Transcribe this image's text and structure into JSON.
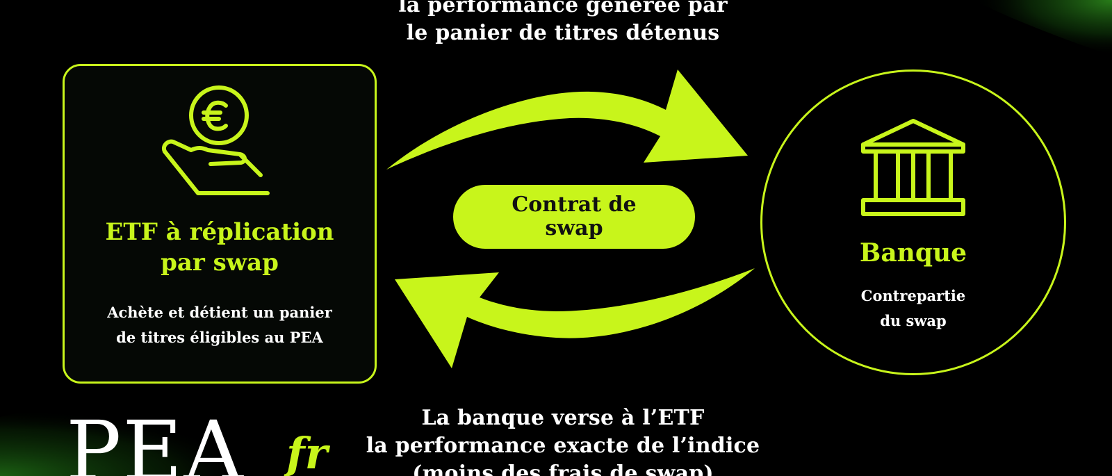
{
  "colors": {
    "accent": "#c8f51b",
    "background": "#000000",
    "text": "#ffffff"
  },
  "caption_top": {
    "line1": "la performance générée par",
    "line2": "le panier de titres détenus"
  },
  "etf": {
    "icon": "euro-coin-hand-icon",
    "title_line1": "ETF à réplication",
    "title_line2": "par swap",
    "desc_line1": "Achète et détient un panier",
    "desc_line2": "de titres éligibles au PEA"
  },
  "contract": {
    "line1": "Contrat de",
    "line2": "swap"
  },
  "bank": {
    "icon": "bank-building-icon",
    "title": "Banque",
    "desc_line1": "Contrepartie",
    "desc_line2": "du swap"
  },
  "caption_bottom": {
    "line1": "La banque verse à l’ETF",
    "line2": "la performance exacte de l’indice",
    "line3": "(moins des frais de swap)"
  },
  "logo": {
    "main": "PEA",
    "suffix": "fr"
  }
}
